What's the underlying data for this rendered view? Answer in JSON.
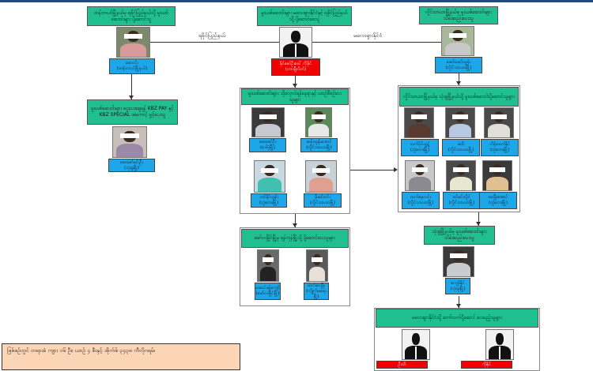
{
  "routes": {
    "left": "ရခိုင်ပြည်နယ်",
    "right": "မလေးရှားနိုင်ငံ"
  },
  "groups": {
    "g1": {
      "header": "ထန်းတပင်မြို့နယ်မှ ရခိုင်ပြည်နယ်သို့ မူးယစ်ဆေးဝါးများ ပို့ဆောင်သူ",
      "people": [
        {
          "name": "စောဝင်း",
          "place": "(ထန်းတပင်မြို့နယ်)",
          "shirt": "#d89a9a",
          "bg": "#7a8a6a"
        }
      ]
    },
    "g2": {
      "header": "မူးယစ်ဆေးဝါးများ ငွေပေးချေရန် KBZ PAY နှင့် KBZ SPECIAL အကောင့် ဖွင့်ပေးသူ",
      "people": [
        {
          "name": "စောဇော်မင်းဦး",
          "place": "(သုံးခွမြို့)",
          "shirt": "#9a8aa8",
          "bg": "#c8c0b8"
        }
      ]
    },
    "g3": {
      "header": "မူးယစ်ဆေးဝါးများ မလေးရှားနိုင်ငံနှင့် ရခိုင်ပြည်နယ်သို့ ပို့ဆောင်စေသူ",
      "people": [
        {
          "name": "ခိုင်ဇော်ဦးခေါ် ကိုခိုင်",
          "place": "(တာချီလိတ်)"
        }
      ]
    },
    "g4": {
      "header": "လှိုင်သာယာမြို့နယ်မှ မူးယစ်ဆေးဝါးများ သိမ်းဆည်းပေးသူ",
      "people": [
        {
          "name": "ဆော်ဆော်ထွန်း",
          "place": "(လှိုင်သာယာမြို့)",
          "shirt": "#c8c8c8",
          "bg": "#a8b898"
        }
      ]
    },
    "g5": {
      "header": "မူးယစ်ဆေးဝါးများ သိုလှောင်ရန်နေရာနှင့် ယာဉ်စီစဉ်ပေးသူများ",
      "people": [
        {
          "name": "စောဇော်ဦး",
          "place": "(ဒေါပုံမြို့)",
          "shirt": "#c8c8d0",
          "bg": "#3a3a3a"
        },
        {
          "name": "ဆန်းထွန်းအောင်",
          "place": "(လှိုင်သာယာမြို့)",
          "shirt": "#e8e8e8",
          "bg": "#5a8a5a"
        },
        {
          "name": "ဘင်နိုင်ထွန်း",
          "place": "(တွံတေးမြို့)",
          "shirt": "#40c0b0",
          "bg": "#c8d8e0"
        },
        {
          "name": "ဖိုးမင်းဝင်း",
          "place": "(လှိုင်သာယာမြို့)",
          "shirt": "#e0a090",
          "bg": "#c8d0d8"
        }
      ]
    },
    "g6": {
      "header": "လှိုင်သာယာမြို့နယ်မှ သုံးခွမြို့နယ်သို့ မူးယစ်ဆေးဝါးပို့ဆောင်သူများ",
      "people": [
        {
          "name": "သက်ပိုင်ထွဋ်",
          "place": "(တွံတေးမြို့)",
          "shirt": "#5a3a30",
          "bg": "#4a4a4a"
        },
        {
          "name": "မဲထိ",
          "place": "(လှိုင်သာယာမြို့)",
          "shirt": "#b8c8e0",
          "bg": "#4a4a4a"
        },
        {
          "name": "ဟိန်းထက်နိုင်",
          "place": "(တွံတေးမြို့)",
          "shirt": "#e0e0d8",
          "bg": "#4a4a4a"
        },
        {
          "name": "ထက်နေလင်း",
          "place": "(လှိုင်သာယာမြို့)",
          "shirt": "#8a8a90",
          "bg": "#c8c8c8"
        },
        {
          "name": "စင်မင်းလှိုင်",
          "place": "(လှိုင်သာယာမြို့)",
          "shirt": "#e8e8d0",
          "bg": "#4a4a4a"
        },
        {
          "name": "ဇေဖြိုးအောင်",
          "place": "(တွံတေးမြို့)",
          "shirt": "#e0c090",
          "bg": "#3a3a3a"
        }
      ]
    },
    "g7": {
      "header": "မော်လမြိုင်မြို့မှ ရန်ကုန်မြို့သို့ ပို့ဆောင်ပေးသူများ",
      "people": [
        {
          "name": "အောင်ခန့်ကျော်",
          "place": "(မော်လမြိုင်မြို့)",
          "shirt": "#222222",
          "bg": "#6a6a6a"
        },
        {
          "name": "ထက်ဝေဖြိုး",
          "place": "(ကျိုက်မရောမြို့)",
          "shirt": "#e8e0d8",
          "bg": "#5a5a5a"
        }
      ]
    },
    "g8": {
      "header": "သုံးခွမြို့နယ်မှ မူးယစ်ဆေးဝါးများ သိမ်းဆည်းပေးသူ",
      "people": [
        {
          "name": "ကျော်နိုင်",
          "place": "(သုံးခွမြို့)",
          "shirt": "#c8ccd0",
          "bg": "#3a3a3a"
        }
      ]
    },
    "g9": {
      "header": "မလေးရှားနိုင်ငံသို့ ဆက်လက်ပို့ဆောင် ပေးမည့်သူများ",
      "people": [
        {
          "name": "ဦးထိ"
        },
        {
          "name": "ကိုနိုင်"
        }
      ]
    }
  },
  "summary": {
    "bullet_icon": "square-bullet",
    "bullet": "",
    "text": "ဖြစ်စဉ်တွင် တရားခံ ကျား ၁၆ ဦး၊ ယာဉ် ၄ စီးနှင့် အိုက်စ် ၃၄၃၈ ကီလိုဂရမ်၊"
  }
}
